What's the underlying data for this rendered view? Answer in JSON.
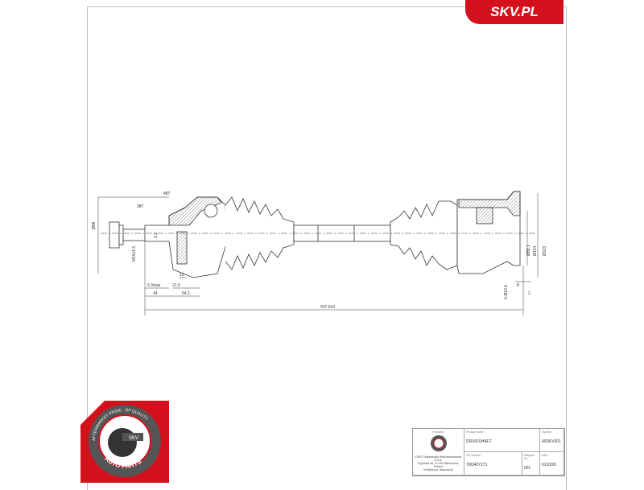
{
  "brand": {
    "logo_text": "SKV.PL",
    "color": "#d3111d"
  },
  "seal": {
    "ring_top": "AFTERMARKET PRIDE · OF QUALITY",
    "ring_bottom": "AUTO PARTS",
    "center": "SKV"
  },
  "dimensions": {
    "d_left": "Ø68",
    "teeth_outer": "48T",
    "teeth_inner": "38T",
    "thread": "M16x1.5",
    "small": "3.3",
    "d1": "6.3max",
    "d2": "21.5",
    "d3": "13",
    "d4": "34",
    "d5": "54.2",
    "total": "507.5±3",
    "r1": "Ø88.1",
    "r2": "Ø134",
    "r3": "Ø123",
    "holes": "6-Ø10.5",
    "r4": "8",
    "r5": "2"
  },
  "title_block": {
    "producer_label": "Producer",
    "company": "ESKO Wojewódzki Wielozawodowski S.K.A.",
    "company_addr": "Figurowa 46, 47-303 Wierzanów, Poland",
    "company_web": "info@skv.pl, www.skv.pl",
    "product_label": "Product name",
    "product": "DRIVESHAFT",
    "symbol_label": "Symbol",
    "symbol": "40SKV001",
    "oe_label": "OE Number",
    "oe": "7M3407271",
    "diagram_label": "Diagram No",
    "diagram": "001",
    "date_label": "Date",
    "date": "01/2020"
  }
}
